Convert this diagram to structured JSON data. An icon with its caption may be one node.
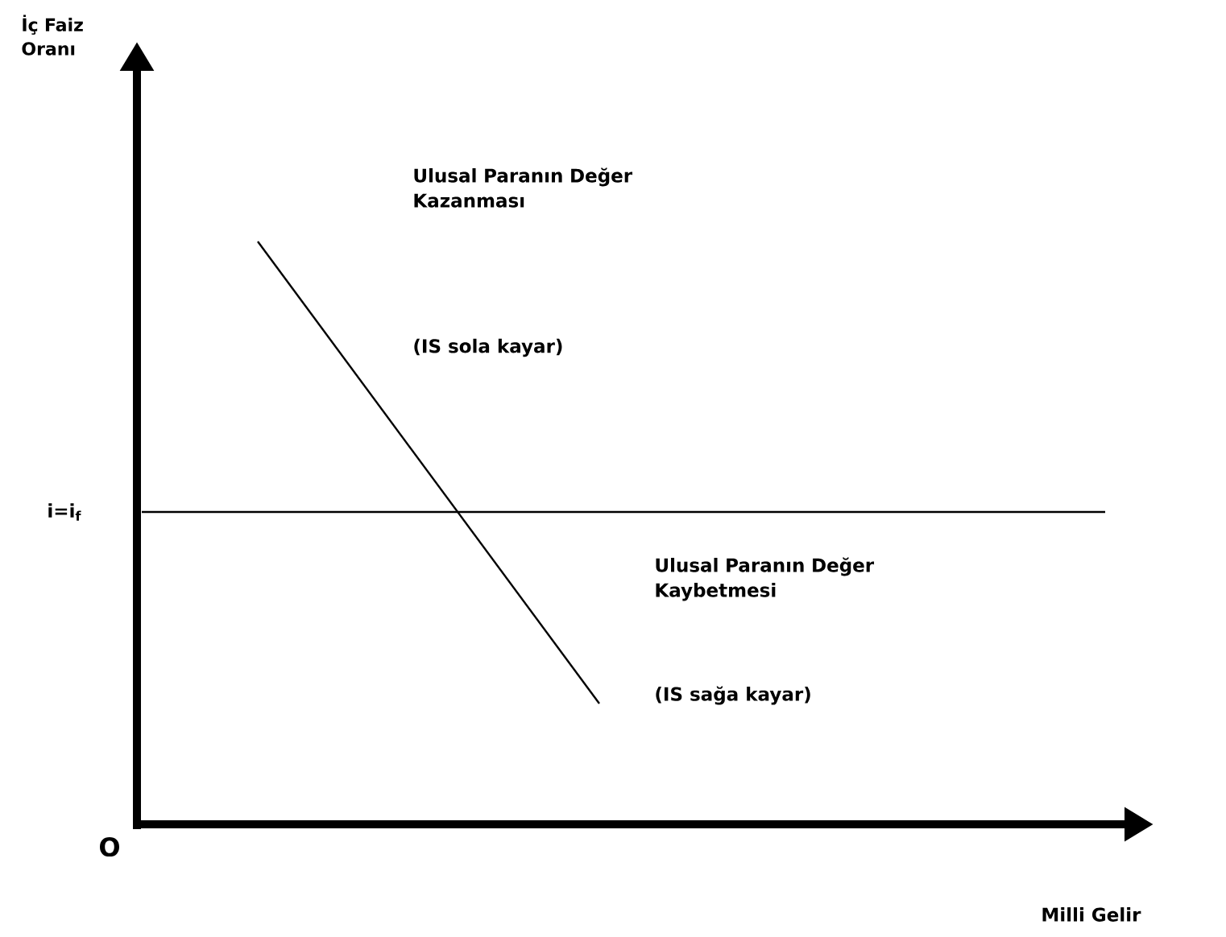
{
  "diagram": {
    "labels": [
      "İç Faiz Oranı",
      "Ulusal Paranın Değer Kazanması",
      "(IS sola kayar)",
      "i=i$_{f}$",
      "Ulusal Paranın Değer Kaybetmesi",
      "(IS sağa kayar)",
      "O",
      "Milli Gelir"
    ]
  }
}
